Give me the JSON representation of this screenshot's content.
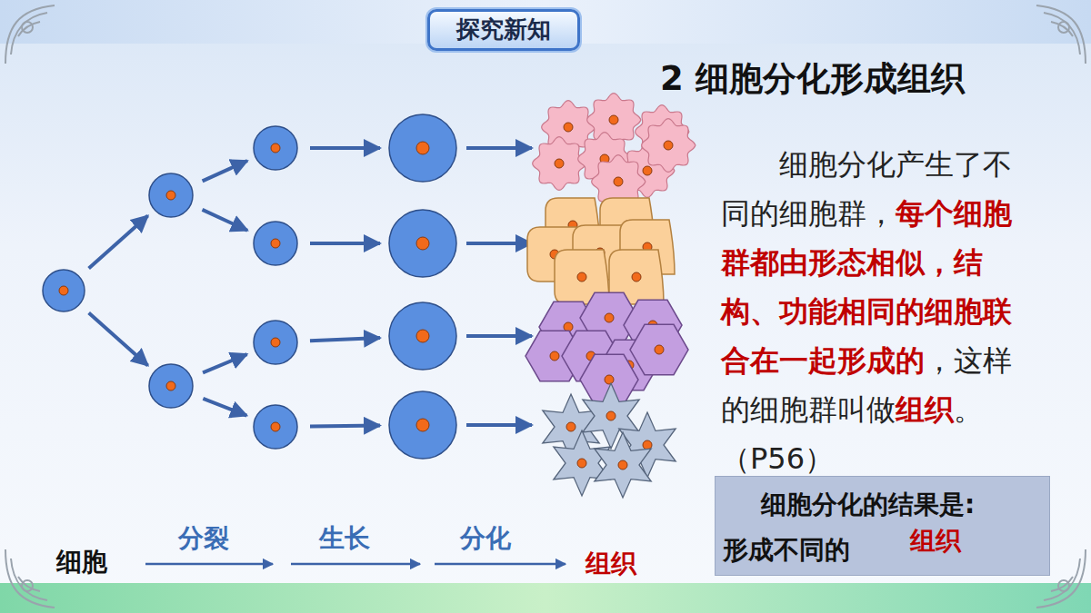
{
  "diagram": {
    "title": "2 细胞分化形成组织",
    "nodes": [
      {
        "text": [
          "探究新知"
        ]
      },
      {
        "text": [
          "细胞分化的结果是:",
          "形成不同的",
          "组织"
        ]
      }
    ],
    "labels": [
      "细胞分化产生了不同的细胞群，",
      "每个细胞群都由形态相似，结构、功能相同的细胞联合在一起形成的",
      "，这样的细胞群叫做",
      "组织",
      "。（P56）",
      "细胞",
      "分裂",
      "生长",
      "分化",
      "组织"
    ]
  }
}
